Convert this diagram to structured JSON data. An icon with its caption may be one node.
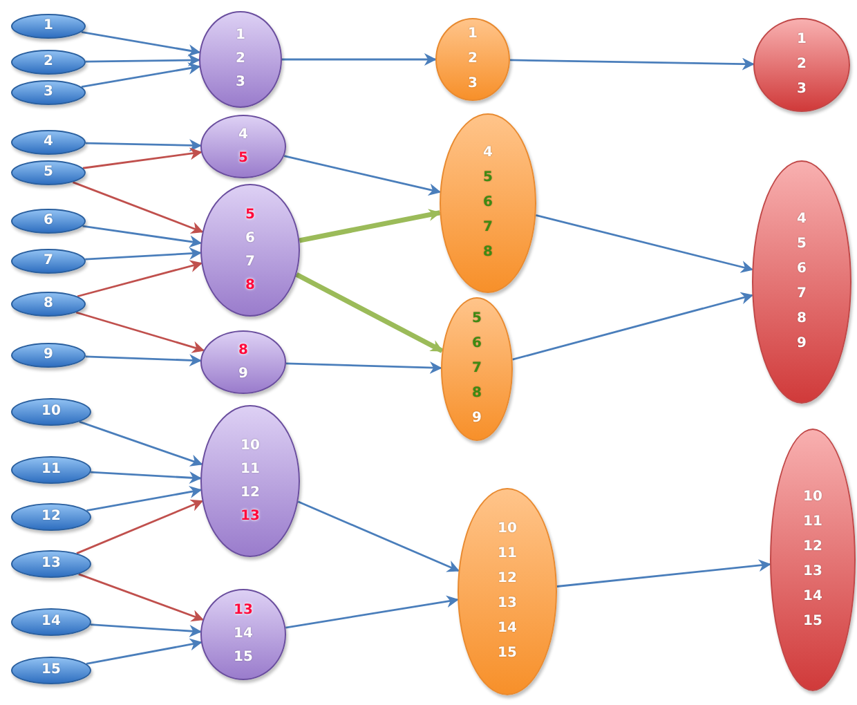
{
  "diagram": {
    "nodes": [
      {
        "text": [
          "1"
        ]
      },
      {
        "text": [
          "2"
        ]
      },
      {
        "text": [
          "3"
        ]
      },
      {
        "text": [
          "4"
        ]
      },
      {
        "text": [
          "5"
        ]
      },
      {
        "text": [
          "6"
        ]
      },
      {
        "text": [
          "7"
        ]
      },
      {
        "text": [
          "8"
        ]
      },
      {
        "text": [
          "9"
        ]
      },
      {
        "text": [
          "10"
        ]
      },
      {
        "text": [
          "11"
        ]
      },
      {
        "text": [
          "12"
        ]
      },
      {
        "text": [
          "13"
        ]
      },
      {
        "text": [
          "14"
        ]
      },
      {
        "text": [
          "15"
        ]
      },
      {
        "text": [
          "1",
          "2",
          "3"
        ]
      },
      {
        "text": [
          "4",
          "5"
        ]
      },
      {
        "text": [
          "5",
          "6",
          "7",
          "8"
        ]
      },
      {
        "text": [
          "8",
          "9"
        ]
      },
      {
        "text": [
          "10",
          "11",
          "12",
          "13"
        ]
      },
      {
        "text": [
          "13",
          "14",
          "15"
        ]
      },
      {
        "text": [
          "1",
          "2",
          "3"
        ]
      },
      {
        "text": [
          "4",
          "5",
          "6",
          "7",
          "8"
        ]
      },
      {
        "text": [
          "5",
          "6",
          "7",
          "8",
          "9"
        ]
      },
      {
        "text": [
          "10",
          "11",
          "12",
          "13",
          "14",
          "15"
        ]
      },
      {
        "text": [
          "1",
          "2",
          "3"
        ]
      },
      {
        "text": [
          "4",
          "5",
          "6",
          "7",
          "8",
          "9"
        ]
      },
      {
        "text": [
          "10",
          "11",
          "12",
          "13",
          "14",
          "15"
        ]
      }
    ],
    "edges": [
      {
        "from": 0,
        "to": 15,
        "arrow": "to"
      },
      {
        "from": 1,
        "to": 15,
        "arrow": "to"
      },
      {
        "from": 2,
        "to": 15,
        "arrow": "to"
      },
      {
        "from": 3,
        "to": 16,
        "arrow": "to"
      },
      {
        "from": 4,
        "to": 16,
        "arrow": "to",
        "color": "#c0504d"
      },
      {
        "from": 4,
        "to": 17,
        "arrow": "to",
        "color": "#c0504d"
      },
      {
        "from": 5,
        "to": 17,
        "arrow": "to"
      },
      {
        "from": 6,
        "to": 17,
        "arrow": "to"
      },
      {
        "from": 7,
        "to": 17,
        "arrow": "to",
        "color": "#c0504d"
      },
      {
        "from": 7,
        "to": 18,
        "arrow": "to",
        "color": "#c0504d"
      },
      {
        "from": 8,
        "to": 18,
        "arrow": "to"
      },
      {
        "from": 9,
        "to": 19,
        "arrow": "to"
      },
      {
        "from": 10,
        "to": 19,
        "arrow": "to"
      },
      {
        "from": 11,
        "to": 19,
        "arrow": "to"
      },
      {
        "from": 12,
        "to": 19,
        "arrow": "to",
        "color": "#c0504d"
      },
      {
        "from": 12,
        "to": 20,
        "arrow": "to",
        "color": "#c0504d"
      },
      {
        "from": 13,
        "to": 20,
        "arrow": "to"
      },
      {
        "from": 14,
        "to": 20,
        "arrow": "to"
      },
      {
        "from": 15,
        "to": 21,
        "arrow": "to"
      },
      {
        "from": 16,
        "to": 22,
        "arrow": "to"
      },
      {
        "from": 17,
        "to": 22,
        "arrow": "to",
        "style": "thick",
        "color": "#9bbb59"
      },
      {
        "from": 17,
        "to": 23,
        "arrow": "to",
        "style": "thick",
        "color": "#9bbb59"
      },
      {
        "from": 18,
        "to": 23,
        "arrow": "to"
      },
      {
        "from": 19,
        "to": 24,
        "arrow": "to"
      },
      {
        "from": 20,
        "to": 24,
        "arrow": "to"
      },
      {
        "from": 21,
        "to": 25,
        "arrow": "to"
      },
      {
        "from": 22,
        "to": 26,
        "arrow": "to"
      },
      {
        "from": 23,
        "to": 26,
        "arrow": "to"
      },
      {
        "from": 24,
        "to": 27,
        "arrow": "to"
      }
    ]
  }
}
